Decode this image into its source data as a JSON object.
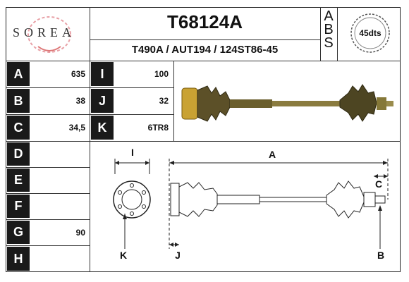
{
  "header": {
    "logo": "SOREA",
    "part_number": "T68124A",
    "cross_refs": "T490A / AUT194 / 124ST86-45",
    "abs_letters": [
      "A",
      "B",
      "S"
    ],
    "badge": "45dts"
  },
  "specs": {
    "rows": [
      {
        "label": "A",
        "value": "635",
        "label2": "I",
        "value2": "100"
      },
      {
        "label": "B",
        "value": "38",
        "label2": "J",
        "value2": "32"
      },
      {
        "label": "C",
        "value": "34,5",
        "label2": "K",
        "value2": "6TR8"
      },
      {
        "label": "D",
        "value": ""
      },
      {
        "label": "E",
        "value": ""
      },
      {
        "label": "F",
        "value": ""
      },
      {
        "label": "G",
        "value": "90"
      },
      {
        "label": "H",
        "value": ""
      }
    ]
  },
  "diagram": {
    "labels": {
      "I": "I",
      "A": "A",
      "C": "C",
      "K": "K",
      "J": "J",
      "B": "B"
    }
  },
  "colors": {
    "accent": "#c5b37a",
    "dark": "#1a1a1a"
  }
}
